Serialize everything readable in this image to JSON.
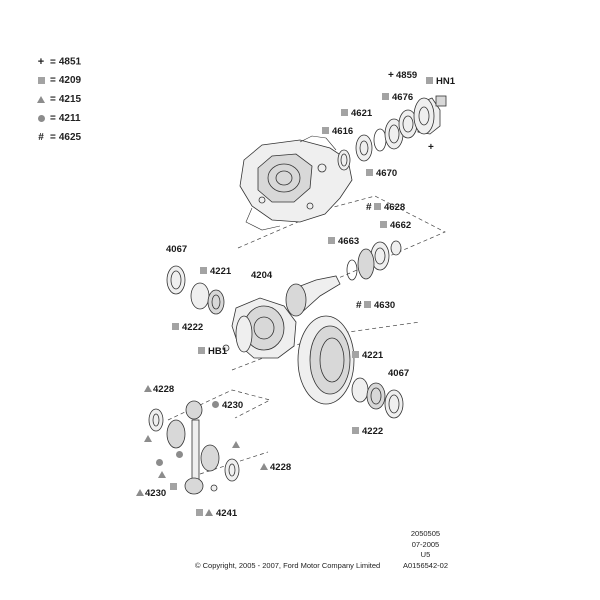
{
  "legend": [
    {
      "symbol": "+",
      "kind": "plus",
      "eq": "=",
      "code": "4851"
    },
    {
      "symbol": "square",
      "kind": "square",
      "eq": "=",
      "code": "4209"
    },
    {
      "symbol": "triangle",
      "kind": "triangle",
      "eq": "=",
      "code": "4215"
    },
    {
      "symbol": "circle",
      "kind": "circle",
      "eq": "=",
      "code": "4211"
    },
    {
      "symbol": "#",
      "kind": "hash",
      "eq": "=",
      "code": "4625"
    }
  ],
  "parts": {
    "hn1": "HN1",
    "p4859": "4859",
    "p4676": "4676",
    "p4621": "4621",
    "p4616": "4616",
    "p4670": "4670",
    "p4628": "4628",
    "p4662": "4662",
    "p4663": "4663",
    "p4630": "4630",
    "p4067a": "4067",
    "p4221a": "4221",
    "p4204": "4204",
    "p4222a": "4222",
    "hb1": "HB1",
    "p4221b": "4221",
    "p4067b": "4067",
    "p4222b": "4222",
    "p4228a": "4228",
    "p4230a": "4230",
    "p4228b": "4228",
    "p4230b": "4230",
    "p4241": "4241"
  },
  "symbols": {
    "plus": "+",
    "hash": "#"
  },
  "stamp": {
    "line1": "2050505",
    "line2": "07-2005",
    "line3": "U5",
    "line4": "A0156542-02"
  },
  "copyright": "© Copyright, 2005 - 2007, Ford Motor Company Limited",
  "colors": {
    "symbol_gray": "#a3a3a3",
    "line": "#333333"
  }
}
